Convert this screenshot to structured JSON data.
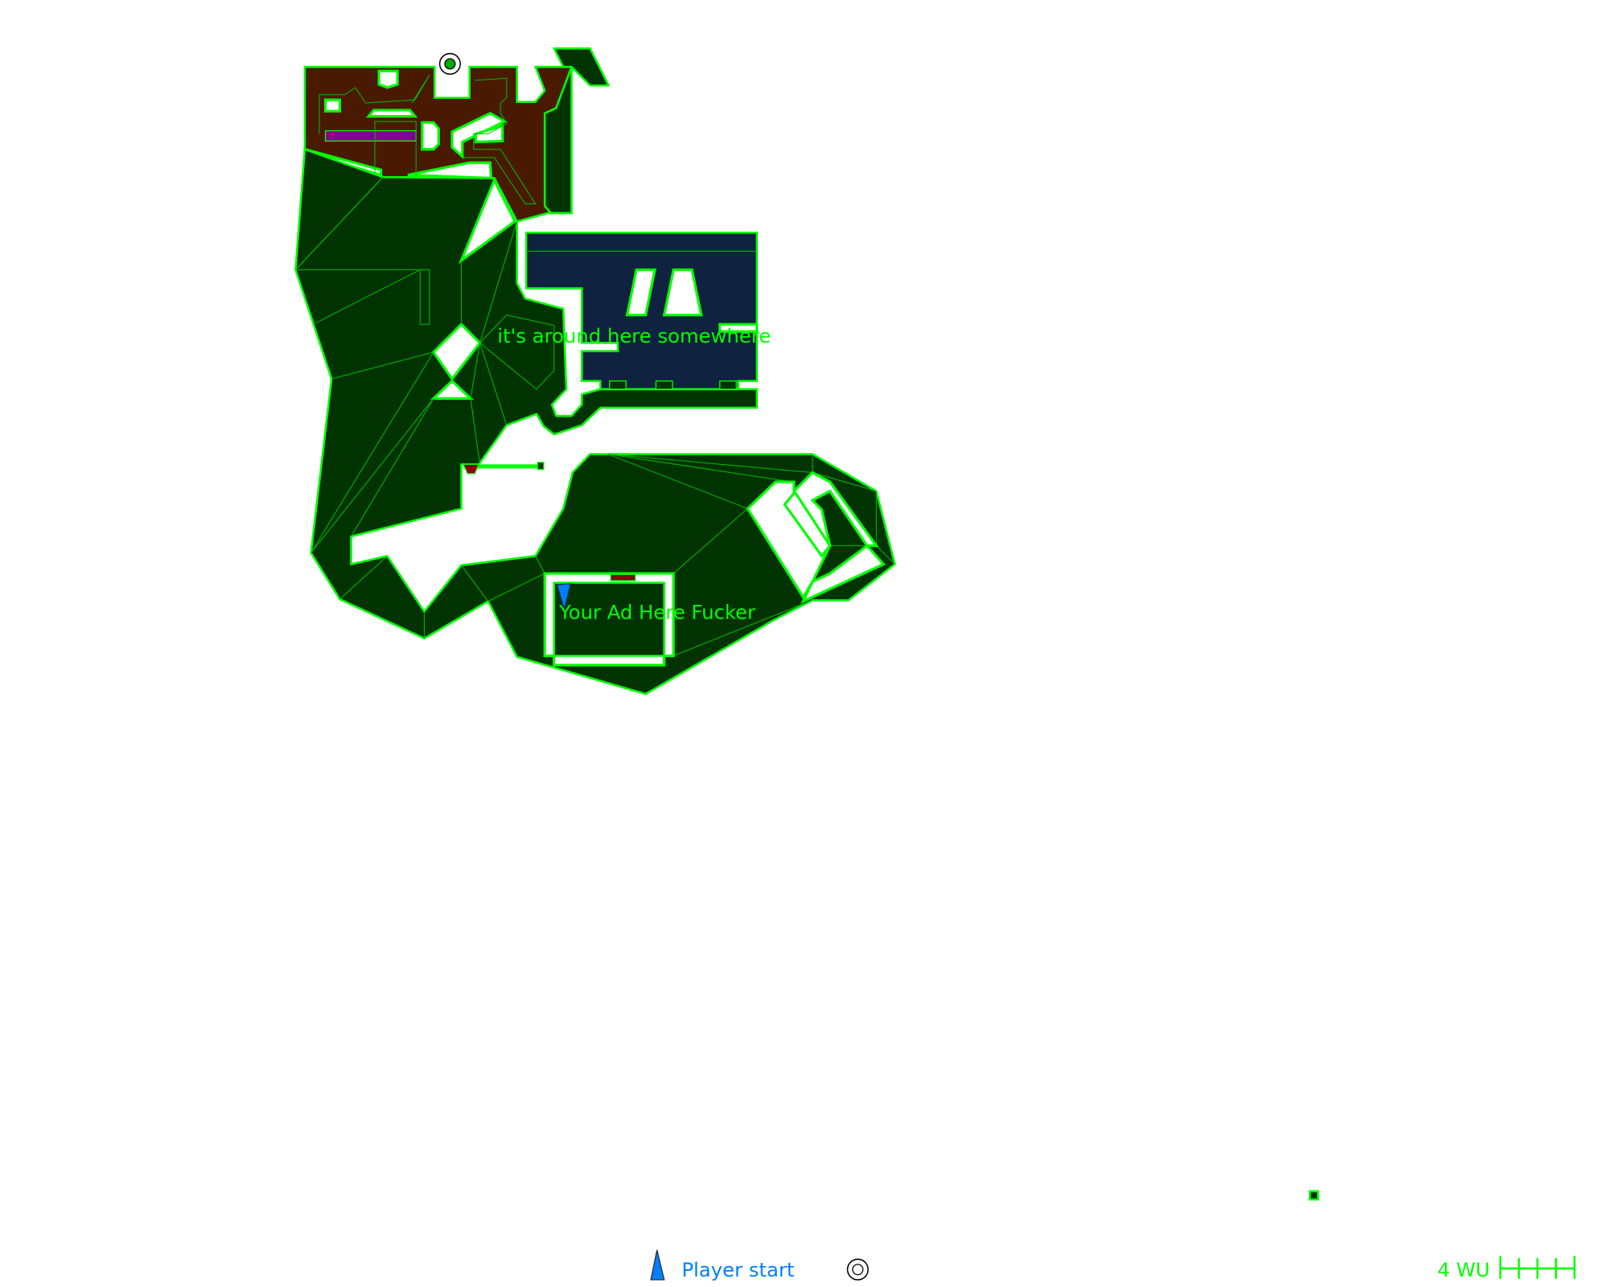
{
  "map": {
    "labels": {
      "area_note": "it's around here somewhere",
      "ad_note": "Your Ad Here Fucker"
    }
  },
  "legend": {
    "player_start_label": "Player start",
    "player_start_icon": "player-start-triangle-icon",
    "exit_icon": "target-ring-icon",
    "scale_label": "4 WU"
  },
  "colors": {
    "wall": "#00ff00",
    "floor": "#003300",
    "brown_zone": "#4a1a00",
    "navy_zone": "#0f223f",
    "player": "#0080ff",
    "purple_strip": "#880088"
  }
}
